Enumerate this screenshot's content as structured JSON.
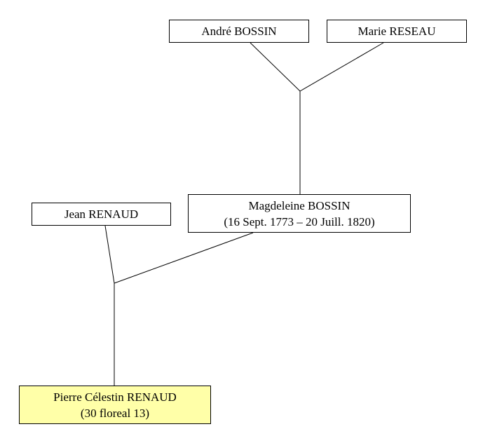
{
  "people": {
    "andre": {
      "lines": [
        "André BOSSIN"
      ]
    },
    "marie": {
      "lines": [
        "Marie RESEAU"
      ]
    },
    "jean": {
      "lines": [
        "Jean RENAUD"
      ]
    },
    "magd": {
      "lines": [
        "Magdeleine BOSSIN",
        "(16 Sept. 1773 – 20 Juill. 1820)"
      ]
    },
    "pierre": {
      "lines": [
        "Pierre Célestin RENAUD",
        "(30 floreal 13)"
      ]
    }
  },
  "colors": {
    "highlight": "#ffffa8",
    "line": "#000000",
    "border": "#000000"
  }
}
